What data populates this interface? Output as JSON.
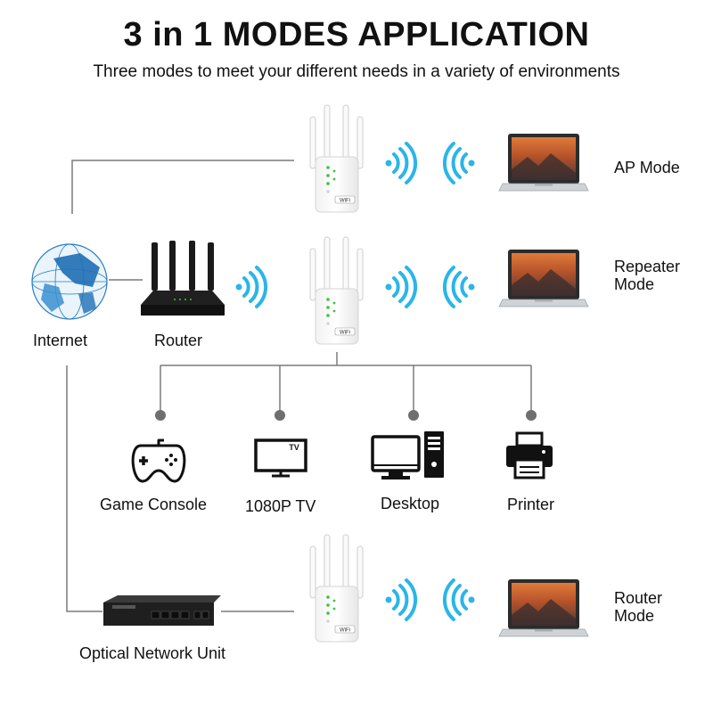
{
  "title": "3 in 1 MODES APPLICATION",
  "subtitle": "Three modes to meet your different needs in a variety of environments",
  "modes": {
    "ap": "AP Mode",
    "repeater_line1": "Repeater",
    "repeater_line2": "Mode",
    "router_line1": "Router",
    "router_line2": "Mode"
  },
  "sources": {
    "internet": "Internet",
    "router": "Router",
    "onu": "Optical Network Unit"
  },
  "devices": [
    {
      "label": "Game Console",
      "icon": "game-controller-icon"
    },
    {
      "label": "1080P TV",
      "icon": "tv-icon",
      "icon_text": "TV"
    },
    {
      "label": "Desktop",
      "icon": "desktop-computer-icon"
    },
    {
      "label": "Printer",
      "icon": "printer-icon"
    }
  ],
  "extender_badge": "WiFi",
  "colors": {
    "wifi_wave": "#2bb5e8",
    "led_green": "#3cc43c",
    "line": "#7a7a7a",
    "globe": "#1e6fb5"
  }
}
